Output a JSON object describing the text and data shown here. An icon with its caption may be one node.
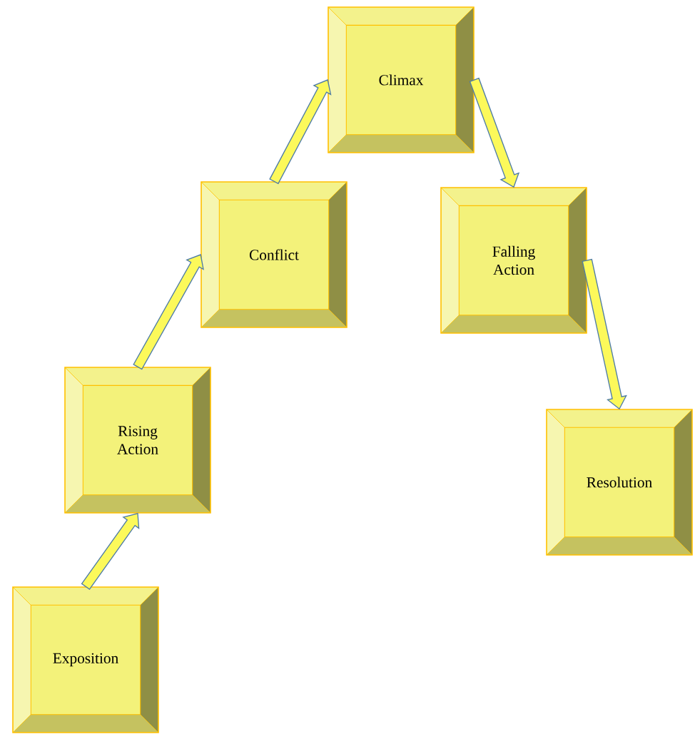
{
  "diagram": {
    "nodes": [
      {
        "text": [
          "Exposition"
        ]
      },
      {
        "text": [
          "Rising Action"
        ]
      },
      {
        "text": [
          "Conflict"
        ]
      },
      {
        "text": [
          "Climax"
        ]
      },
      {
        "text": [
          "Falling Action"
        ]
      },
      {
        "text": [
          "Resolution"
        ]
      }
    ],
    "edges": [
      {
        "from": 0,
        "to": 1,
        "arrow": "to"
      },
      {
        "from": 1,
        "to": 2,
        "arrow": "to"
      },
      {
        "from": 2,
        "to": 3,
        "arrow": "to"
      },
      {
        "from": 3,
        "to": 4,
        "arrow": "to"
      },
      {
        "from": 4,
        "to": 5,
        "arrow": "to"
      }
    ]
  }
}
